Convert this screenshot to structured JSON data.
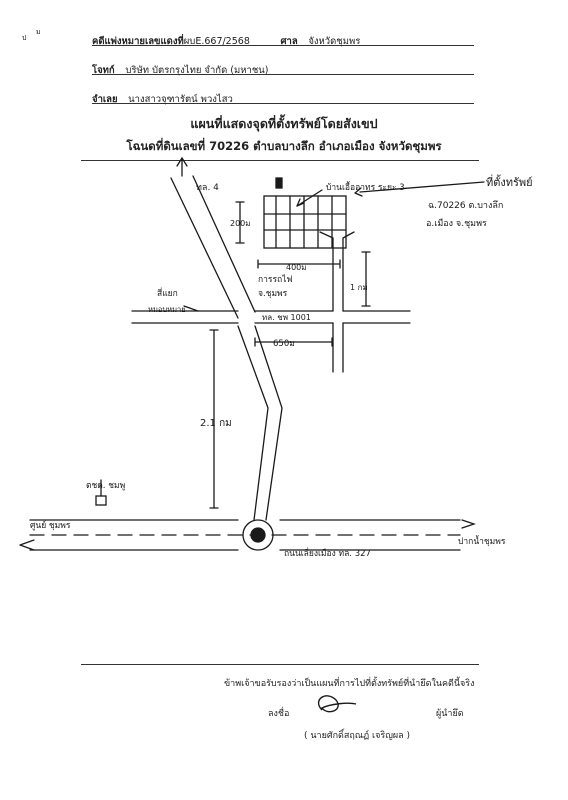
{
  "header": {
    "case_label": "คดีแพ่งหมายเลขแดงที่",
    "case_value": "ผบE.667/2568",
    "court_label": "ศาล",
    "court_value": "จังหวัดชุมพร",
    "plaintiff_label": "โจทก์",
    "plaintiff_value": "บริษัท บัตรกรุงไทย จำกัด (มหาชน)",
    "defendant_label": "จำเลย",
    "defendant_value": "นางสาวจุฑารัตน์ พวงไสว"
  },
  "title": {
    "line1": "แผนที่แสดงจุดที่ตั้งทรัพย์โดยสังเขป",
    "line2": "โฉนดที่ดินเลขที่ 70226 ตำบลบางลึก อำเภอเมือง จังหวัดชุมพร"
  },
  "map": {
    "north_road": "ทล. 4",
    "property_label": "ที่ตั้งทรัพย์",
    "property_note_1": "ฉ.70226 ต.บางลึก",
    "property_note_2": "อ.เมือง จ.ชุมพร",
    "village": "บ้านเอื้ออาทร ระยะ 3",
    "dist_200m": "200ม",
    "dist_400m": "400ม",
    "dist_1km": "1 กม",
    "office_label_1": "การรถไฟ",
    "office_label_2": "จ.ชุมพร",
    "junction_label_1": "สี่แยก",
    "junction_label_2": "หมอบหมาย",
    "road_1001": "ทล. ชพ 1001",
    "dist_650m": "650ม",
    "dist_2km": "2.1 กม",
    "landmark": "ตชด. ชมพู",
    "west_label": "ศูนย์ ชุมพร",
    "east_label": "ปากน้ำชุมพร",
    "main_road": "ถนนเลี่ยงเมือง ทล. 327",
    "mark_1": "ป",
    "mark_2": "ม"
  },
  "footer": {
    "certify": "ข้าพเจ้าขอรับรองว่าเป็นแผนที่การไปที่ตั้งทรัพย์ที่นำยึดในคดีนี้จริง",
    "sign_label": "ลงชื่อ",
    "role": "ผู้นำยึด",
    "signer": "( นายศักดิ์สฤณฏ์ เจริญผล )"
  }
}
